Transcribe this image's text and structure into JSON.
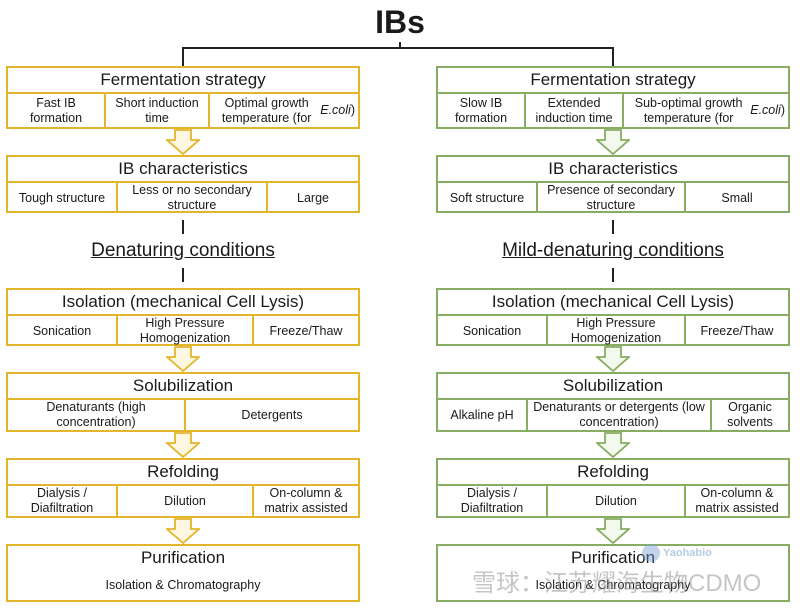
{
  "title": "IBs",
  "left": {
    "fermentation": {
      "header": "Fermentation strategy",
      "cells": [
        "Fast IB formation",
        "Short induction time",
        "Optimal growth temperature (for E.coli)"
      ]
    },
    "characteristics": {
      "header": "IB characteristics",
      "cells": [
        "Tough structure",
        "Less or no secondary structure",
        "Large"
      ]
    },
    "conditions": "Denaturing conditions",
    "isolation": {
      "header": "Isolation (mechanical Cell Lysis)",
      "cells": [
        "Sonication",
        "High Pressure Homogenization",
        "Freeze/Thaw"
      ]
    },
    "solubilization": {
      "header": "Solubilization",
      "cells": [
        "Denaturants (high concentration)",
        "Detergents"
      ]
    },
    "refolding": {
      "header": "Refolding",
      "cells": [
        "Dialysis / Diafiltration",
        "Dilution",
        "On-column & matrix assisted"
      ]
    },
    "purification": {
      "header": "Purification",
      "body": "Isolation & Chromatography"
    }
  },
  "right": {
    "fermentation": {
      "header": "Fermentation strategy",
      "cells": [
        "Slow IB formation",
        "Extended induction time",
        "Sub-optimal growth temperature (for E.coli)"
      ]
    },
    "characteristics": {
      "header": "IB characteristics",
      "cells": [
        "Soft structure",
        "Presence of secondary structure",
        "Small"
      ]
    },
    "conditions": "Mild-denaturing conditions",
    "isolation": {
      "header": "Isolation (mechanical Cell Lysis)",
      "cells": [
        "Sonication",
        "High Pressure Homogenization",
        "Freeze/Thaw"
      ]
    },
    "solubilization": {
      "header": "Solubilization",
      "cells": [
        "Alkaline pH",
        "Denaturants or detergents (low concentration)",
        "Organic solvents"
      ]
    },
    "refolding": {
      "header": "Refolding",
      "cells": [
        "Dialysis / Diafiltration",
        "Dilution",
        "On-column & matrix assisted"
      ]
    },
    "purification": {
      "header": "Purification",
      "body": "Isolation & Chromatography"
    }
  },
  "watermark": "雪球：江苏耀海生物CDMO",
  "watermark_logo": "Yaohabio",
  "colors": {
    "left_border": "#e3b52b",
    "right_border": "#86ad61",
    "arrow_fill": "#fdf7e2"
  }
}
